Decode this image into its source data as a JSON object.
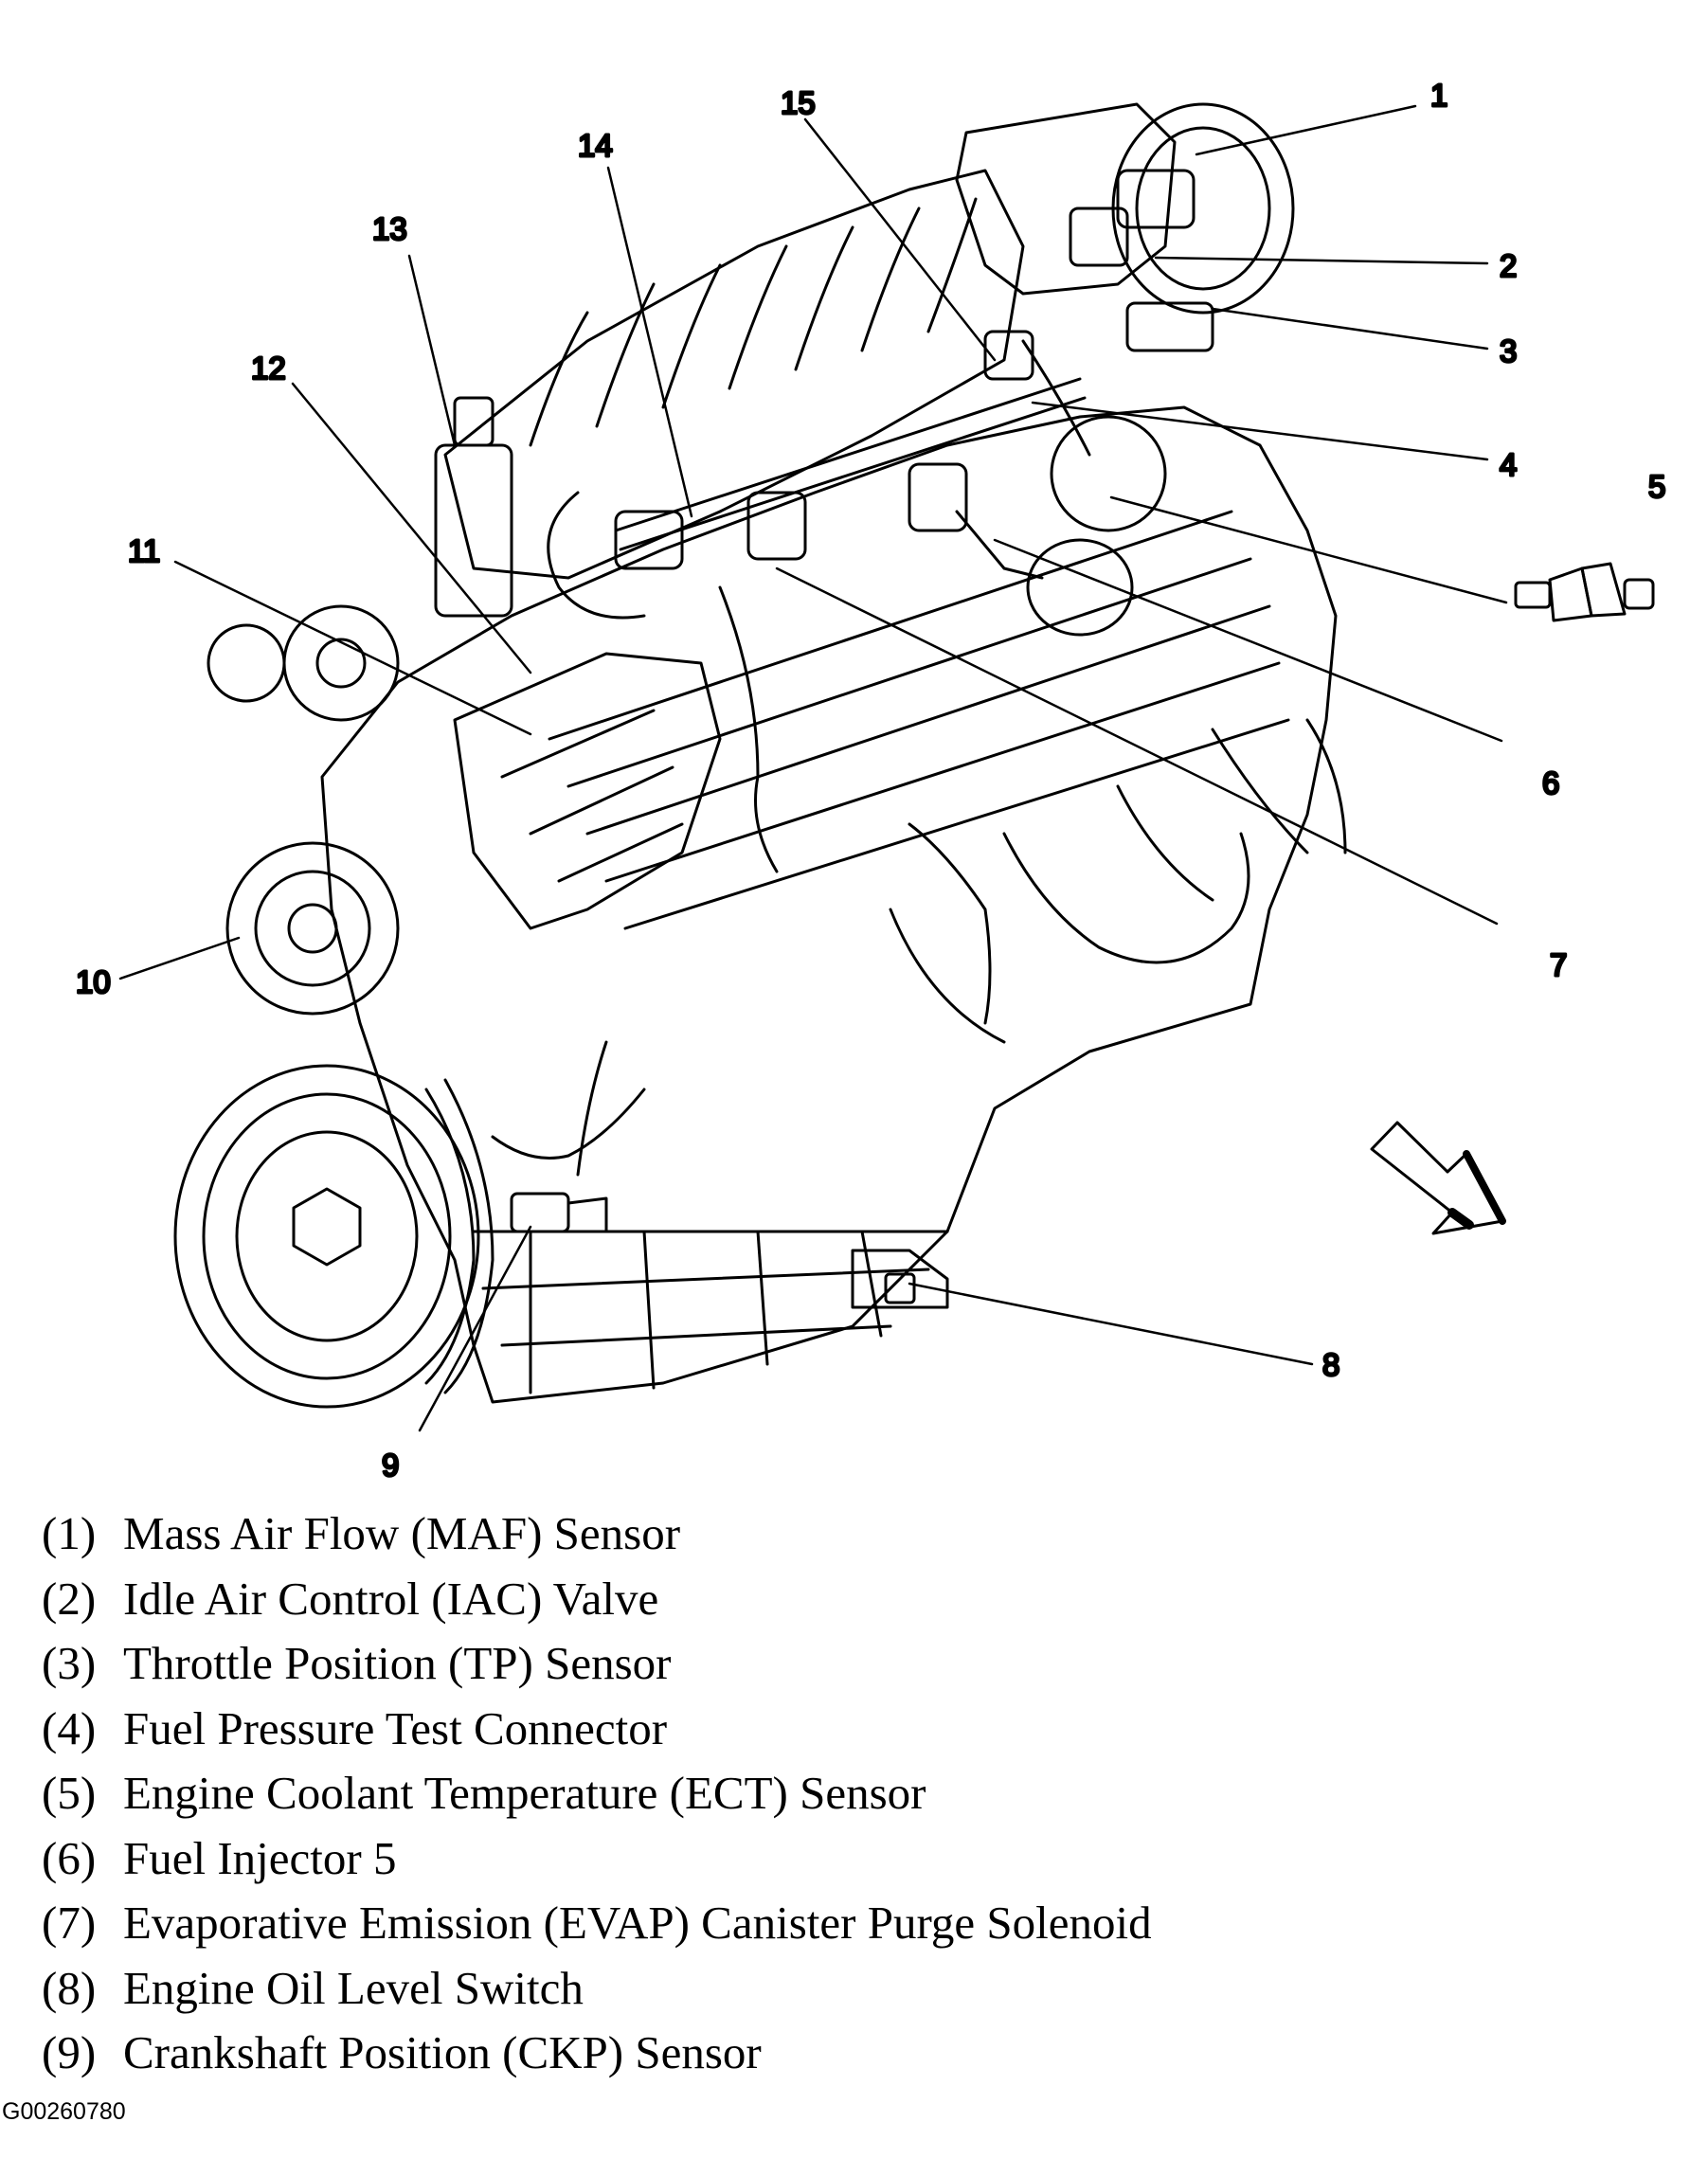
{
  "callouts": [
    "1",
    "2",
    "3",
    "4",
    "5",
    "6",
    "7",
    "8",
    "9",
    "10",
    "11",
    "12",
    "13",
    "14",
    "15"
  ],
  "legend": [
    {
      "num": "(1)",
      "text": "Mass Air Flow (MAF) Sensor"
    },
    {
      "num": "(2)",
      "text": "Idle Air Control (IAC) Valve"
    },
    {
      "num": "(3)",
      "text": "Throttle Position (TP) Sensor"
    },
    {
      "num": "(4)",
      "text": "Fuel Pressure Test Connector"
    },
    {
      "num": "(5)",
      "text": "Engine Coolant Temperature (ECT) Sensor"
    },
    {
      "num": "(6)",
      "text": "Fuel Injector 5"
    },
    {
      "num": "(7)",
      "text": "Evaporative Emission (EVAP) Canister Purge Solenoid"
    },
    {
      "num": "(8)",
      "text": "Engine Oil Level Switch"
    },
    {
      "num": "(9)",
      "text": "Crankshaft Position (CKP) Sensor"
    }
  ],
  "figure_code": "G00260780",
  "colors": {
    "ink": "#000000",
    "paper": "#ffffff"
  }
}
